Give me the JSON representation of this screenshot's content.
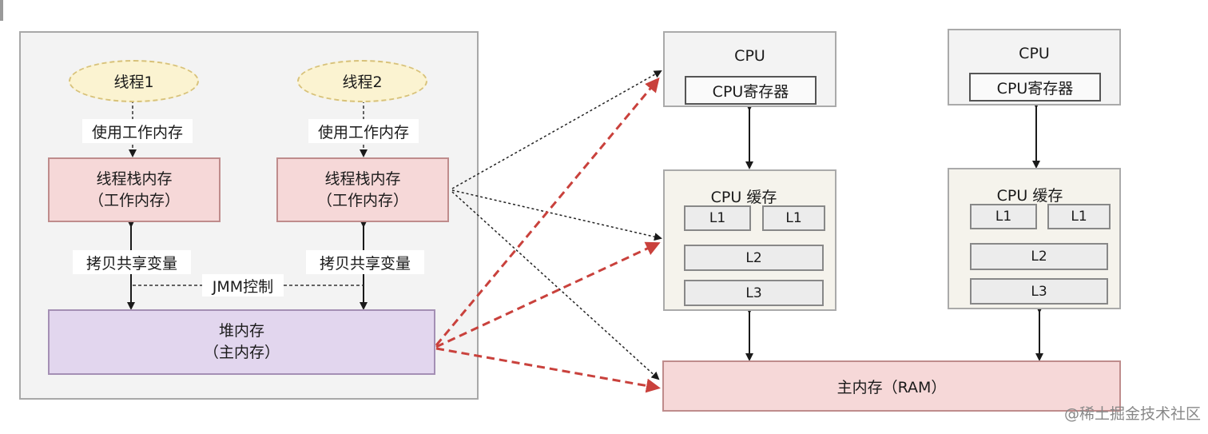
{
  "jmm": {
    "thread1": "线程1",
    "thread2": "线程2",
    "use_working_memory_1": "使用工作内存",
    "use_working_memory_2": "使用工作内存",
    "stack1": {
      "line1": "线程栈内存",
      "line2": "（工作内存）"
    },
    "stack2": {
      "line1": "线程栈内存",
      "line2": "（工作内存）"
    },
    "copy_shared_1": "拷贝共享变量",
    "copy_shared_2": "拷贝共享变量",
    "jmm_control": "JMM控制",
    "heap": {
      "line1": "堆内存",
      "line2": "（主内存）"
    }
  },
  "hardware": {
    "cpu1": {
      "title": "CPU",
      "register": "CPU寄存器"
    },
    "cpu2": {
      "title": "CPU",
      "register": "CPU寄存器"
    },
    "cache1": {
      "title": "CPU 缓存",
      "l1a": "L1",
      "l1b": "L1",
      "l2": "L2",
      "l3": "L3"
    },
    "cache2": {
      "title": "CPU 缓存",
      "l1a": "L1",
      "l1b": "L1",
      "l2": "L2",
      "l3": "L3"
    },
    "ram": "主内存（RAM）"
  },
  "watermark": "@稀土掘金技术社区",
  "colors": {
    "thread_fill": "#fbf3d1",
    "stack_fill": "#f6d8d8",
    "heap_fill": "#e2d6ee",
    "red_arrow": "#c9413c",
    "black_arrow": "#1a1a1a"
  }
}
